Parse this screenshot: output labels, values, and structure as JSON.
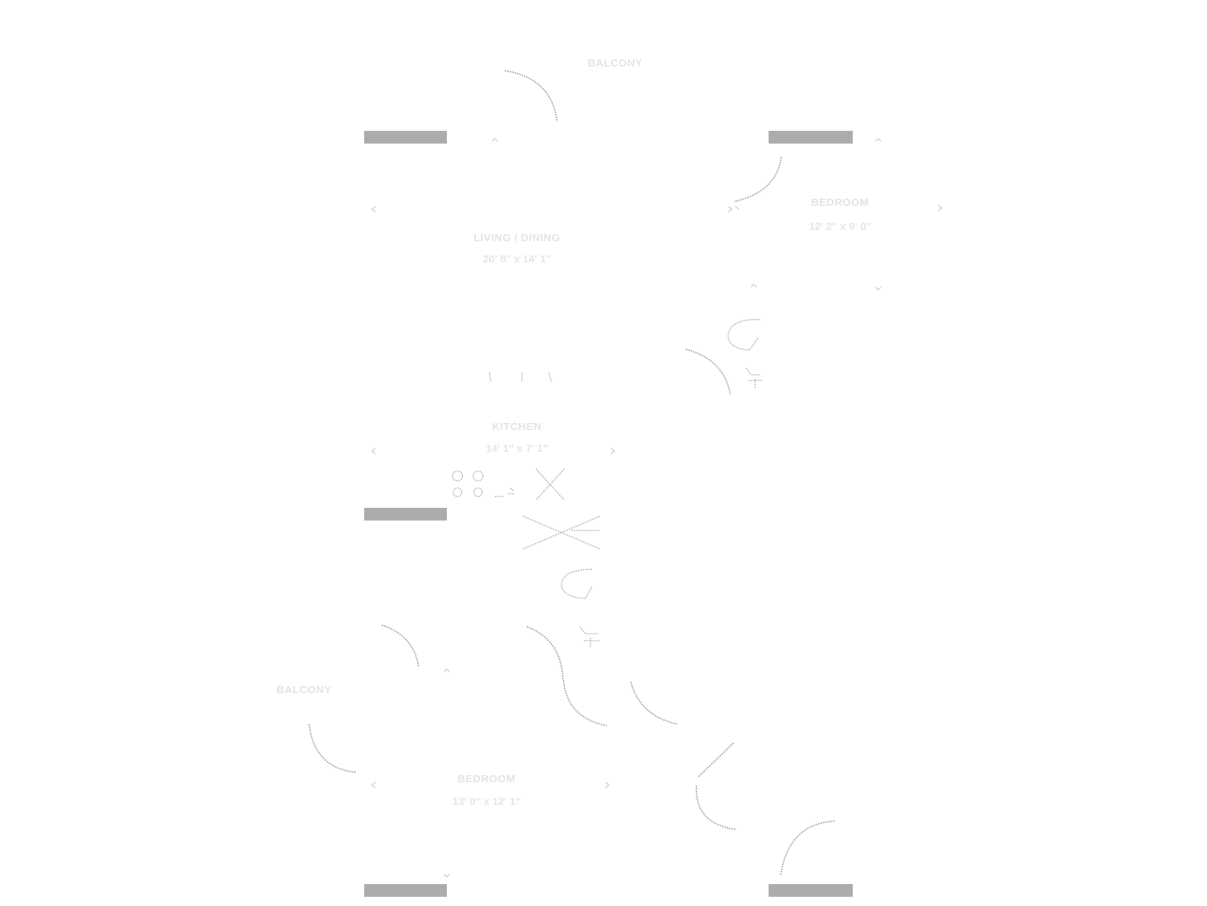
{
  "plan": {
    "rooms": [
      {
        "id": "balcony-top",
        "name": "BALCONY",
        "dimensions": ""
      },
      {
        "id": "living-dining",
        "name": "LIVING / DINING",
        "dimensions": "20' 8\" x 14' 1\""
      },
      {
        "id": "bedroom-top",
        "name": "BEDROOM",
        "dimensions": "12' 2\" x 9' 0\""
      },
      {
        "id": "kitchen",
        "name": "KITCHEN",
        "dimensions": "14' 1\" x 7' 1\""
      },
      {
        "id": "balcony-left",
        "name": "BALCONY",
        "dimensions": ""
      },
      {
        "id": "bedroom-bottom",
        "name": "BEDROOM",
        "dimensions": "13' 0\" x 12' 1\""
      }
    ],
    "colors": {
      "label": "#e4e4e4",
      "line": "#a8a8a8",
      "window": "#acacac",
      "background": "#ffffff"
    }
  }
}
